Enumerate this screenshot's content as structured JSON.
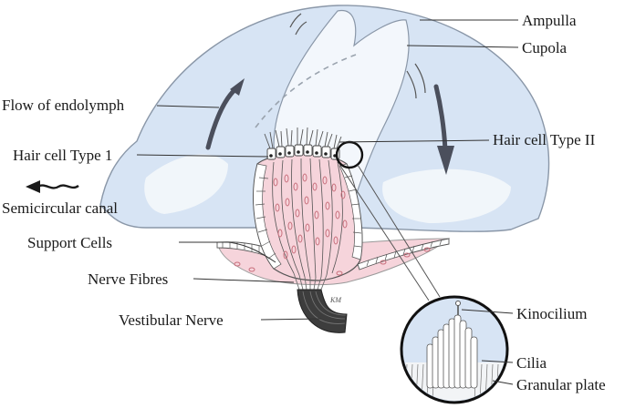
{
  "labels": {
    "ampulla": "Ampulla",
    "cupola": "Cupola",
    "flow_of_endolymph": "Flow of endolymph",
    "hair_cell_type_1": "Hair cell Type 1",
    "hair_cell_type_2": "Hair cell Type II",
    "semicircular_canal": "Semicircular canal",
    "support_cells": "Support Cells",
    "nerve_fibres": "Nerve Fibres",
    "vestibular_nerve": "Vestibular Nerve",
    "kinocilium": "Kinocilium",
    "cilia": "Cilia",
    "granular_plate": "Granular plate"
  },
  "colors": {
    "endolymph_fill": "#d7e4f4",
    "cupola_fill": "#f3f7fc",
    "outline": "#8a97a8",
    "tissue_pink": "#f6d4db",
    "cell_outline": "#555555",
    "nucleus": "#c9707d",
    "nerve": "#3d3d3d",
    "arrow": "#4b4f5c"
  }
}
